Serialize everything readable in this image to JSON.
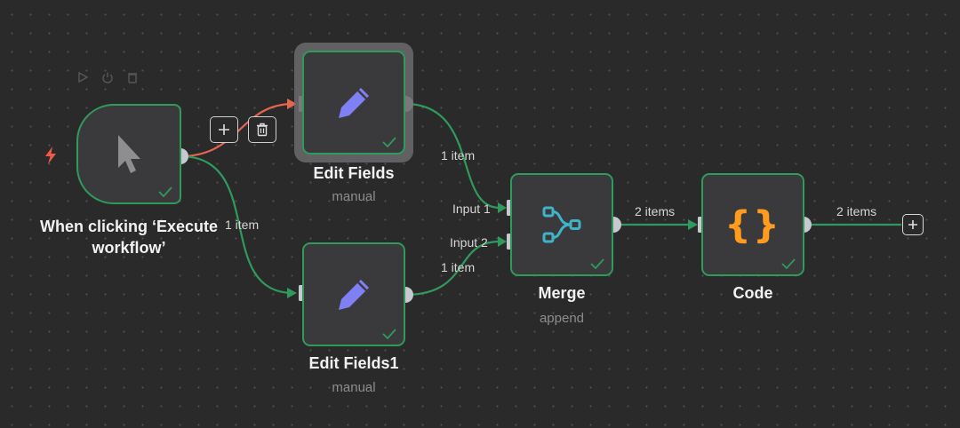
{
  "nodes": {
    "trigger": {
      "title": "When clicking ‘Execute workflow’",
      "title_line1": "When clicking ‘Execute",
      "title_line2": "workflow’"
    },
    "edit_fields": {
      "title": "Edit Fields",
      "subtitle": "manual"
    },
    "edit_fields1": {
      "title": "Edit Fields1",
      "subtitle": "manual"
    },
    "merge": {
      "title": "Merge",
      "subtitle": "append",
      "input1_label": "Input 1",
      "input2_label": "Input 2"
    },
    "code": {
      "title": "Code"
    }
  },
  "edges": {
    "trigger_to_edit_fields1": "1 item",
    "edit_fields_to_merge": "1 item",
    "edit_fields1_to_merge": "1 item",
    "merge_to_code": "2 items",
    "code_out": "2 items"
  },
  "icons": {
    "trigger": "cursor-pointer-icon",
    "edit_fields": "pencil-icon",
    "merge": "merge-icon",
    "code": "curly-braces-icon",
    "success": "checkmark-icon",
    "trigger_marker": "lightning-bolt-icon"
  },
  "colors": {
    "success_border": "#2f9a5c",
    "edge": "#2f9a5c",
    "active_edge": "#e5664f",
    "pencil": "#8080f5",
    "merge_icon": "#3fb4c9",
    "code_icon": "#ff9b1f",
    "trigger_bolt": "#f05a4a"
  }
}
